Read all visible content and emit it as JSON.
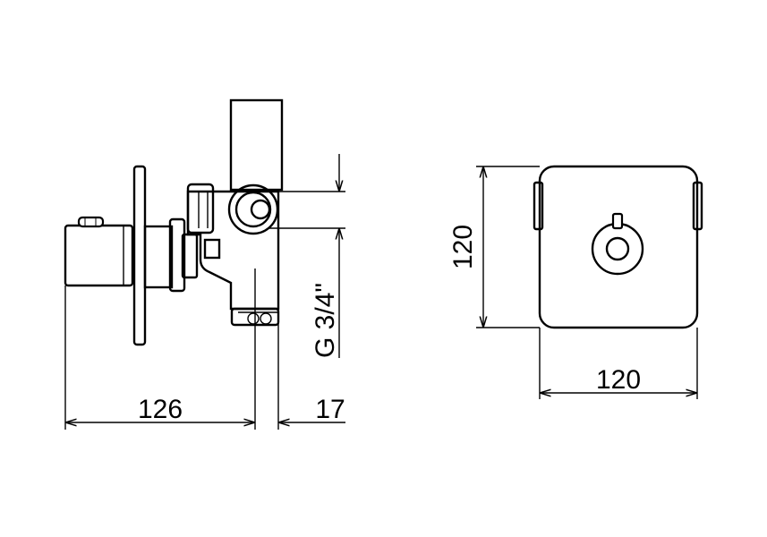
{
  "dimensions": {
    "side_depth": "126",
    "side_thread_offset": "17",
    "thread_size": "G 3/4\"",
    "front_height": "120",
    "front_width": "120"
  }
}
